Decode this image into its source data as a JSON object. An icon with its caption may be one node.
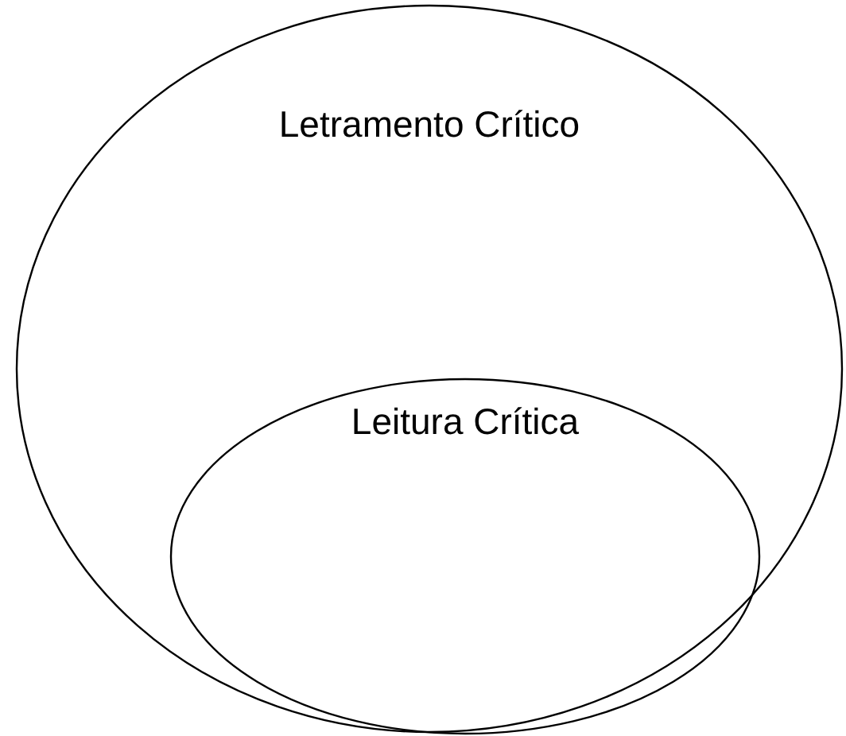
{
  "diagram": {
    "nodes": [
      {
        "text": [
          "Letramento Crítico"
        ]
      },
      {
        "text": [
          "Leitura Crítica"
        ],
        "in": 0
      }
    ]
  }
}
